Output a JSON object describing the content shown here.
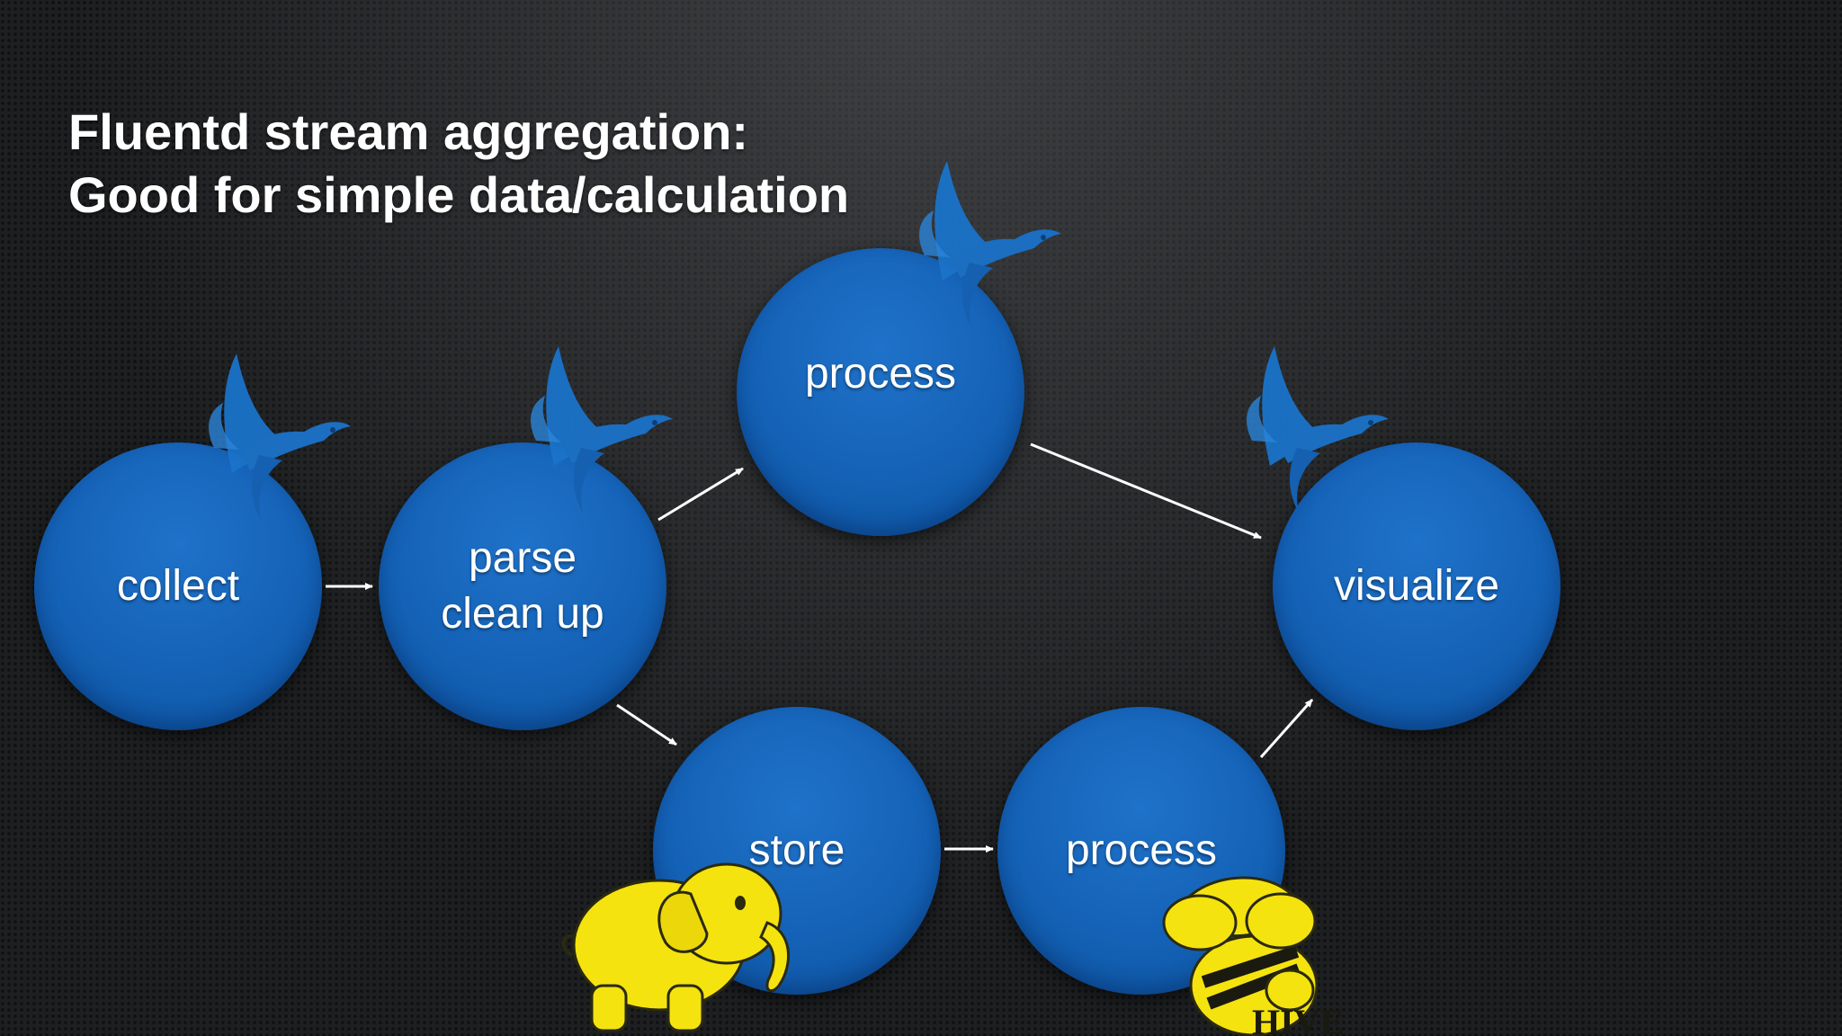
{
  "title": {
    "line1": "Fluentd stream aggregation:",
    "line2": "Good for simple data/calculation"
  },
  "nodes": {
    "collect": {
      "label": "collect"
    },
    "parse": {
      "line1": "parse",
      "line2": "clean up"
    },
    "process_top": {
      "label": "process"
    },
    "visualize": {
      "label": "visualize"
    },
    "store": {
      "label": "store"
    },
    "process_bottom": {
      "label": "process"
    }
  },
  "logos": {
    "fluentd": "fluentd-bird-logo",
    "hadoop": "hadoop-elephant-logo",
    "hive": "hive-logo",
    "hive_text": "HIVE"
  },
  "colors": {
    "node": "#1462b7",
    "fluentd": "#1a73c9",
    "hadoop": "#f5e30f",
    "arrow": "#ffffff",
    "title": "#ffffff"
  },
  "edges": [
    [
      "collect",
      "parse"
    ],
    [
      "parse",
      "process_top"
    ],
    [
      "parse",
      "store"
    ],
    [
      "process_top",
      "visualize"
    ],
    [
      "store",
      "process_bottom"
    ],
    [
      "process_bottom",
      "visualize"
    ]
  ]
}
